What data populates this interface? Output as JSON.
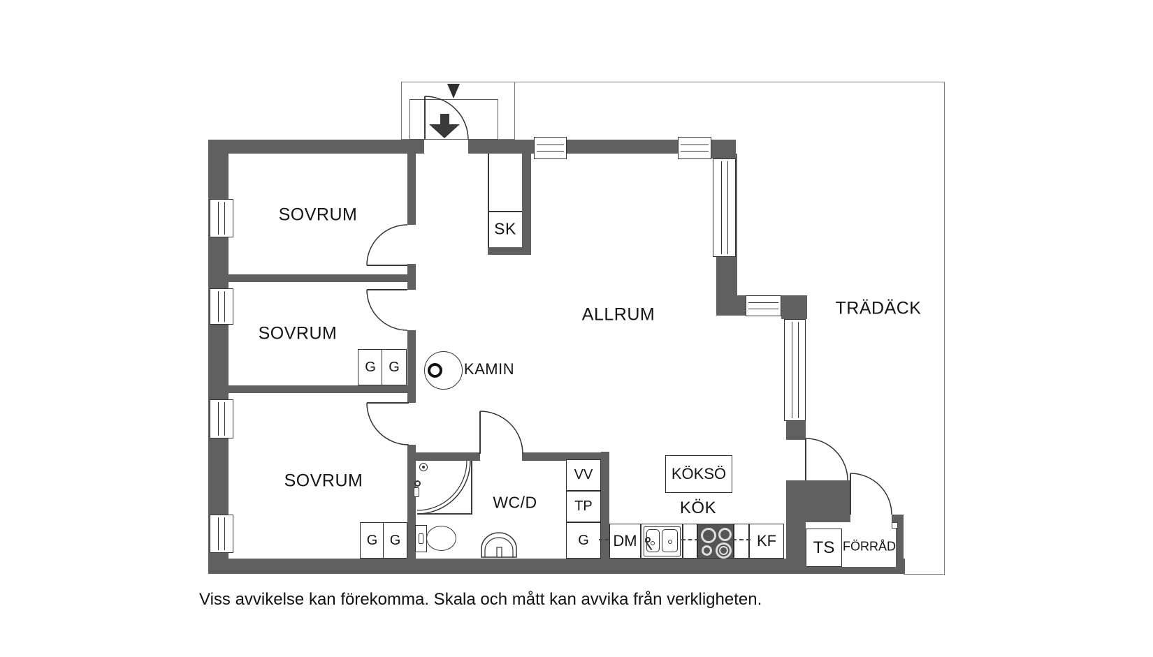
{
  "rooms": {
    "sovrum_top": "SOVRUM",
    "sovrum_mid": "SOVRUM",
    "sovrum_bottom": "SOVRUM",
    "allrum": "ALLRUM",
    "tradack": "TRÄDÄCK",
    "kok": "KÖK",
    "wcd": "WC/D",
    "forrad": "FÖRRÅD"
  },
  "items": {
    "sk": "SK",
    "kamin": "KAMIN",
    "kokso": "KÖKSÖ",
    "g_mid_1": "G",
    "g_mid_2": "G",
    "g_bottom_1": "G",
    "g_bottom_2": "G",
    "vv": "VV",
    "tp": "TP",
    "g_column": "G",
    "dm": "DM",
    "kf": "KF",
    "ts": "TS"
  },
  "colors": {
    "wall": "#606060",
    "line": "#333333",
    "outline": "#7d7d7d",
    "text": "#141414"
  },
  "footer": {
    "disclaimer": "Viss avvikelse kan förekomma. Skala och mått kan avvika från verkligheten."
  }
}
